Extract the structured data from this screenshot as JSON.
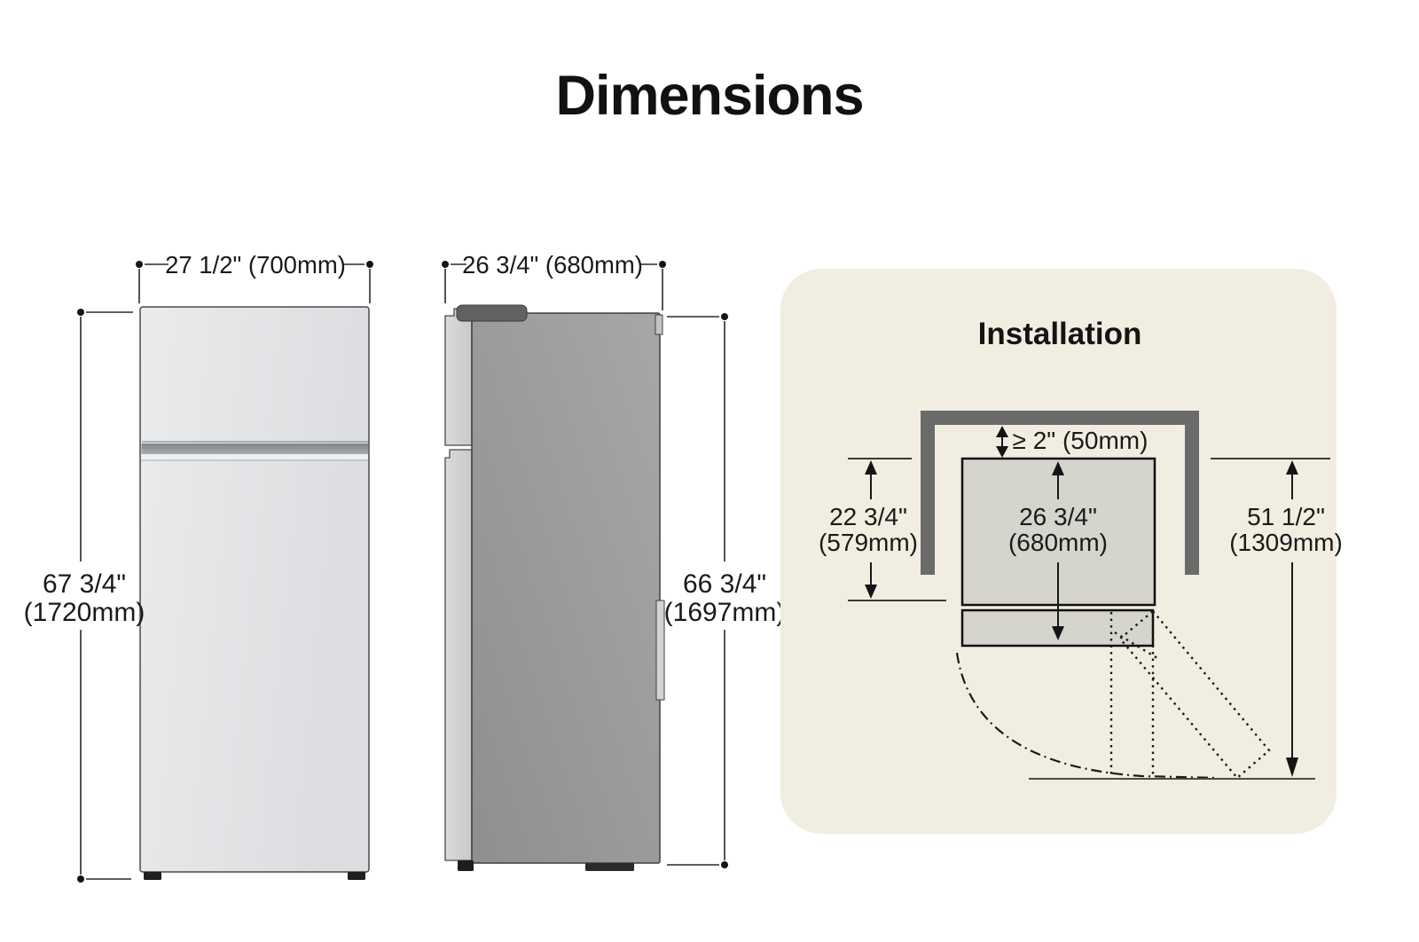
{
  "title": "Dimensions",
  "front_view": {
    "width_label": "27 1/2\" (700mm)",
    "height_label_line1": "67 3/4\"",
    "height_label_line2": "(1720mm)"
  },
  "side_view": {
    "depth_label": "26 3/4\" (680mm)",
    "height_label_line1": "66 3/4\"",
    "height_label_line2": "(1697mm)"
  },
  "installation": {
    "title": "Installation",
    "top_clearance_label": "≥ 2\" (50mm)",
    "left_clearance_line1": "22 3/4\"",
    "left_clearance_line2": "(579mm)",
    "depth_line1": "26 3/4\"",
    "depth_line2": "(680mm)",
    "door_swing_line1": "51 1/2\"",
    "door_swing_line2": "(1309mm)"
  },
  "colors": {
    "panel_background": "#f1ede0",
    "wall_bracket": "#6b6b6b",
    "footprint_fill": "#d5d4cd",
    "text": "#1a1a1a"
  }
}
